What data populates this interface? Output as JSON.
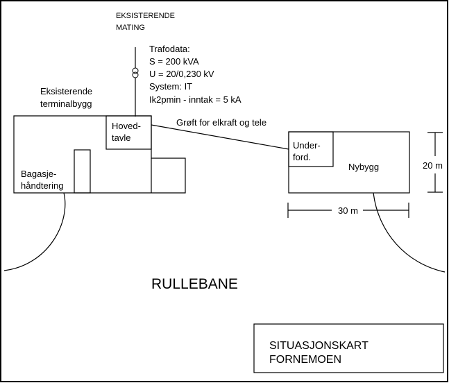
{
  "supply": {
    "line1": "EKSISTERENDE",
    "line2": "MATING"
  },
  "trafo": {
    "title": "Trafodata:",
    "lines": [
      "S = 200 kVA",
      "U = 20/0,230 kV",
      "System: IT",
      "Ik2pmin - inntak = 5 kA"
    ]
  },
  "terminal": {
    "line1": "Eksisterende",
    "line2": "terminalbygg"
  },
  "main_panel": {
    "line1": "Hoved-",
    "line2": "tavle"
  },
  "baggage": {
    "line1": "Bagasje-",
    "line2": "håndtering"
  },
  "trench": "Grøft for elkraft og tele",
  "sub_panel": {
    "line1": "Under-",
    "line2": "ford."
  },
  "new_building": "Nybygg",
  "dim_height": "20 m",
  "dim_width": "30 m",
  "runway": "RULLEBANE",
  "title_block": {
    "line1": "SITUASJONSKART",
    "line2": "FORNEMOEN"
  }
}
